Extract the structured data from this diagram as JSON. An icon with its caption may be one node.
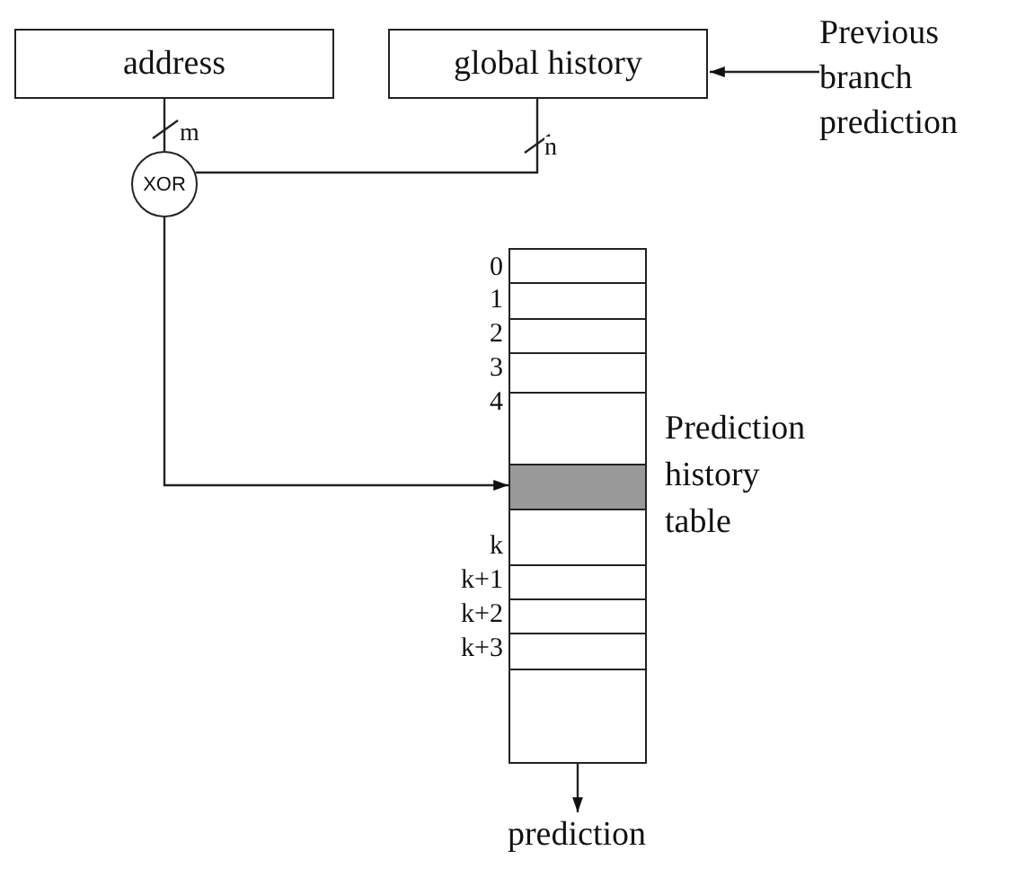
{
  "diagram": {
    "nodes": [
      {
        "text": [
          "address"
        ]
      },
      {
        "text": [
          "global history"
        ]
      },
      {
        "text": [
          "Previous branch prediction"
        ]
      },
      {
        "text": [
          "XOR"
        ]
      },
      {
        "text": [],
        "shape": "box",
        "beside": [
          "Prediction history table"
        ]
      },
      {
        "text": [],
        "shape": "bar",
        "in": 4
      },
      {
        "text": [
          "prediction"
        ]
      }
    ],
    "edges": [
      {
        "from": 2,
        "to": 1,
        "arrow": "to"
      },
      {
        "from": 0,
        "to": 3,
        "arrow": "none",
        "label": "m"
      },
      {
        "from": 1,
        "to": 3,
        "arrow": "none",
        "label": "n"
      },
      {
        "from": 3,
        "to": 5,
        "arrow": "to"
      },
      {
        "from": 4,
        "to": 6,
        "arrow": "to"
      }
    ],
    "labels": [
      "0",
      "1",
      "2",
      "3",
      "4",
      "k",
      "k+1",
      "k+2",
      "k+3"
    ]
  }
}
